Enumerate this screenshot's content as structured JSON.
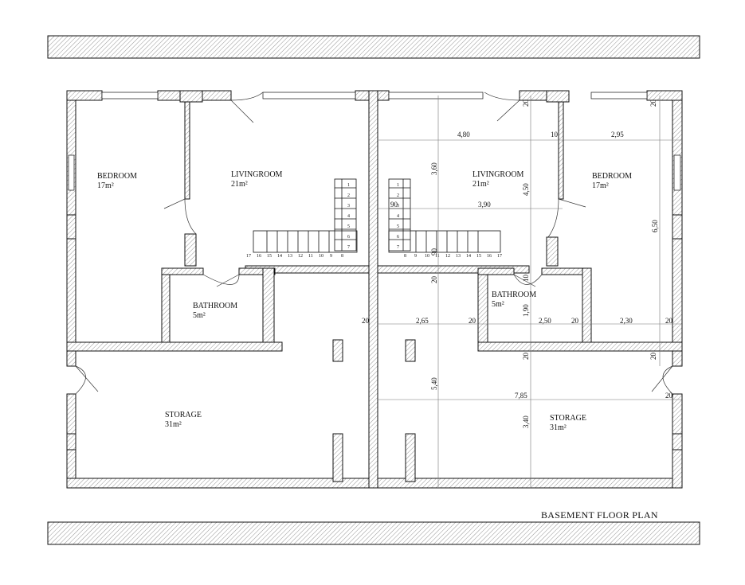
{
  "title": "BASEMENT FLOOR PLAN",
  "rooms": {
    "bedroom_left": {
      "name": "BEDROOM",
      "area": "17m²"
    },
    "living_left": {
      "name": "LIVINGROOM",
      "area": "21m²"
    },
    "bathroom_left": {
      "name": "BATHROOM",
      "area": "5m²"
    },
    "storage_left": {
      "name": "STORAGE",
      "area": "31m²"
    },
    "living_right": {
      "name": "LIVINGROOM",
      "area": "21m²"
    },
    "bedroom_right": {
      "name": "BEDROOM",
      "area": "17m²"
    },
    "bathroom_right": {
      "name": "BATHROOM",
      "area": "5m²"
    },
    "storage_right": {
      "name": "STORAGE",
      "area": "31m²"
    }
  },
  "dimensions": {
    "d_480": "4,80",
    "d_10a": "10",
    "d_295": "2,95",
    "d_360": "3,60",
    "d_450": "4,50",
    "d_90a": "90",
    "d_390": "3,90",
    "d_650": "6,50",
    "d_90b": "90",
    "d_10b": "10",
    "d_190": "1,90",
    "d_20a": "20",
    "d_265": "2,65",
    "d_20b": "20",
    "d_250": "2,50",
    "d_20c": "20",
    "d_230": "2,30",
    "d_20d": "20",
    "d_20e": "20",
    "d_20f": "20",
    "d_540": "5,40",
    "d_785": "7,85",
    "d_340": "3,40",
    "d_20g": "20",
    "d_20h": "20",
    "d_20i": "20",
    "d_20j": "20"
  },
  "stairs": {
    "left_flight": [
      "1",
      "2",
      "3",
      "4",
      "5",
      "6",
      "7"
    ],
    "left_landing": [
      "17",
      "16",
      "15",
      "14",
      "13",
      "12",
      "11",
      "10",
      "9",
      "8"
    ],
    "right_flight": [
      "1",
      "2",
      "3",
      "4",
      "5",
      "6",
      "7"
    ],
    "right_landing": [
      "8",
      "9",
      "10",
      "11",
      "12",
      "13",
      "14",
      "15",
      "16",
      "17"
    ]
  }
}
